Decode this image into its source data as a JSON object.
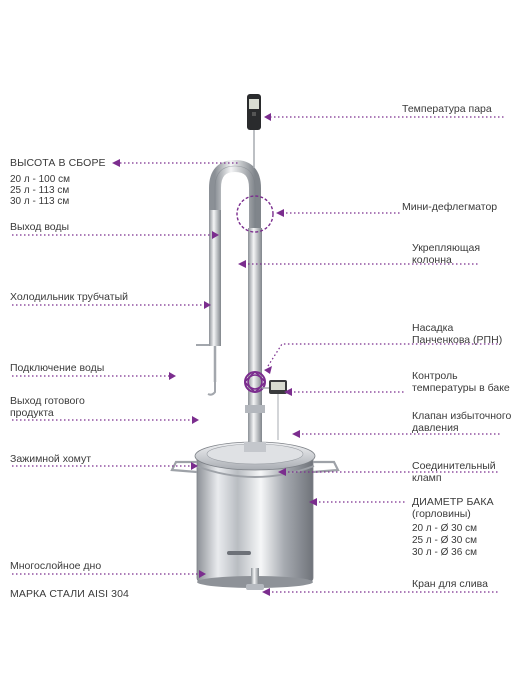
{
  "colors": {
    "accent": "#7b2d8e",
    "text": "#3a3a3a",
    "steel": "#c9ccd0"
  },
  "left": {
    "height_title": "ВЫСОТА В СБОРЕ",
    "heights": [
      "20 л - 100 см",
      "25 л - 113 см",
      "30 л - 113 см"
    ],
    "water_out": "Выход воды",
    "cooler": "Холодильник трубчатый",
    "water_in": "Подключение воды",
    "product_out": [
      "Выход готового",
      "продукта"
    ],
    "clamp": "Зажимной хомут",
    "bottom": "Многослойное дно",
    "steel": "МАРКА СТАЛИ AISI 304"
  },
  "right": {
    "vapor_temp": "Температура пара",
    "mini_deflegmator": "Мини-дефлегматор",
    "column": [
      "Укрепляющая",
      "колонна"
    ],
    "packing": [
      "Насадка",
      "Панченкова (РПН)"
    ],
    "tank_temp": [
      "Контроль",
      "температуры в баке"
    ],
    "valve": [
      "Клапан избыточного",
      "давления"
    ],
    "connector_clamp": [
      "Соединительный",
      "кламп"
    ],
    "tank_diameter_title": "ДИАМЕТР БАКА",
    "tank_diameter_sub": "(горловины)",
    "diameters": [
      "20 л - Ø 30 см",
      "25 л - Ø 30 см",
      "30 л - Ø 36 см"
    ],
    "drain": "Кран для слива"
  }
}
